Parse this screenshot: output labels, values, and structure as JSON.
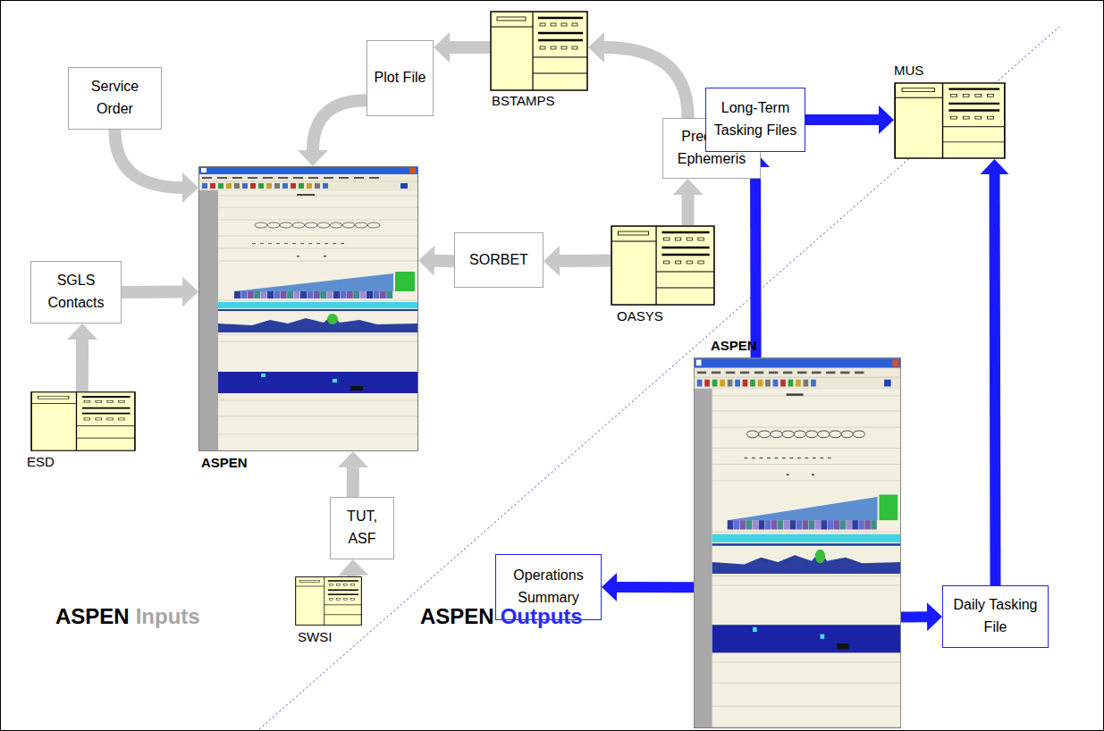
{
  "diagram": {
    "nodes": [
      {
        "text": [
          "Plot File"
        ]
      },
      {
        "text": [
          "BSTAMPS"
        ]
      },
      {
        "text": [
          "Service Order"
        ]
      },
      {
        "text": [
          "Predicted Ephemeris"
        ]
      },
      {
        "text": [
          "ASPEN"
        ]
      },
      {
        "text": [
          "SGLS Contacts"
        ]
      },
      {
        "text": [
          "SORBET"
        ]
      },
      {
        "text": [
          "OASYS"
        ]
      },
      {
        "text": [
          "MUS"
        ]
      },
      {
        "text": [
          "Long-Term Tasking Files"
        ]
      },
      {
        "text": [
          "ESD"
        ]
      },
      {
        "text": [
          "TUT, ASF"
        ]
      },
      {
        "text": [
          "Operations Summary"
        ]
      },
      {
        "text": [
          "ASPEN"
        ]
      },
      {
        "text": [
          "Daily Tasking File"
        ]
      },
      {
        "text": [
          "SWSI"
        ]
      }
    ],
    "edges": [
      {
        "from": 1,
        "to": 0,
        "arrow": "to"
      },
      {
        "from": 0,
        "to": 4,
        "arrow": "to"
      },
      {
        "from": 2,
        "to": 4,
        "arrow": "to"
      },
      {
        "from": 3,
        "to": 1,
        "arrow": "to"
      },
      {
        "from": 7,
        "to": 3,
        "arrow": "to"
      },
      {
        "from": 7,
        "to": 6,
        "arrow": "to"
      },
      {
        "from": 6,
        "to": 4,
        "arrow": "to"
      },
      {
        "from": 5,
        "to": 4,
        "arrow": "to"
      },
      {
        "from": 10,
        "to": 5,
        "arrow": "to"
      },
      {
        "from": 15,
        "to": 11,
        "arrow": "to"
      },
      {
        "from": 11,
        "to": 4,
        "arrow": "to"
      },
      {
        "from": 13,
        "to": 9,
        "arrow": "to"
      },
      {
        "from": 9,
        "to": 8,
        "arrow": "to"
      },
      {
        "from": 13,
        "to": 12,
        "arrow": "to"
      },
      {
        "from": 13,
        "to": 14,
        "arrow": "to"
      },
      {
        "from": 14,
        "to": 8,
        "arrow": "to"
      }
    ],
    "labels": [
      "ASPEN",
      "Inputs",
      "ASPEN",
      "Outputs"
    ]
  }
}
